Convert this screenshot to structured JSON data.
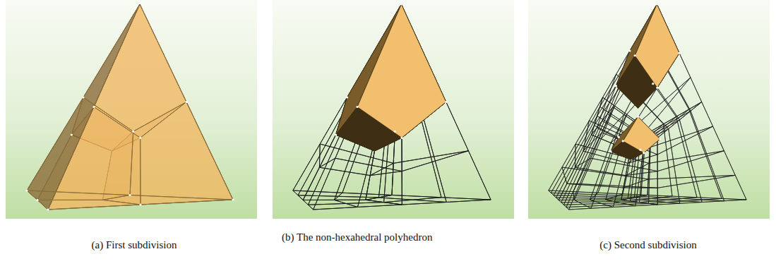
{
  "diagram": {
    "labels": [
      "(a) First subdivision",
      "(b) The non-hexahedral polyhedron",
      "(c) Second subdivision"
    ]
  }
}
